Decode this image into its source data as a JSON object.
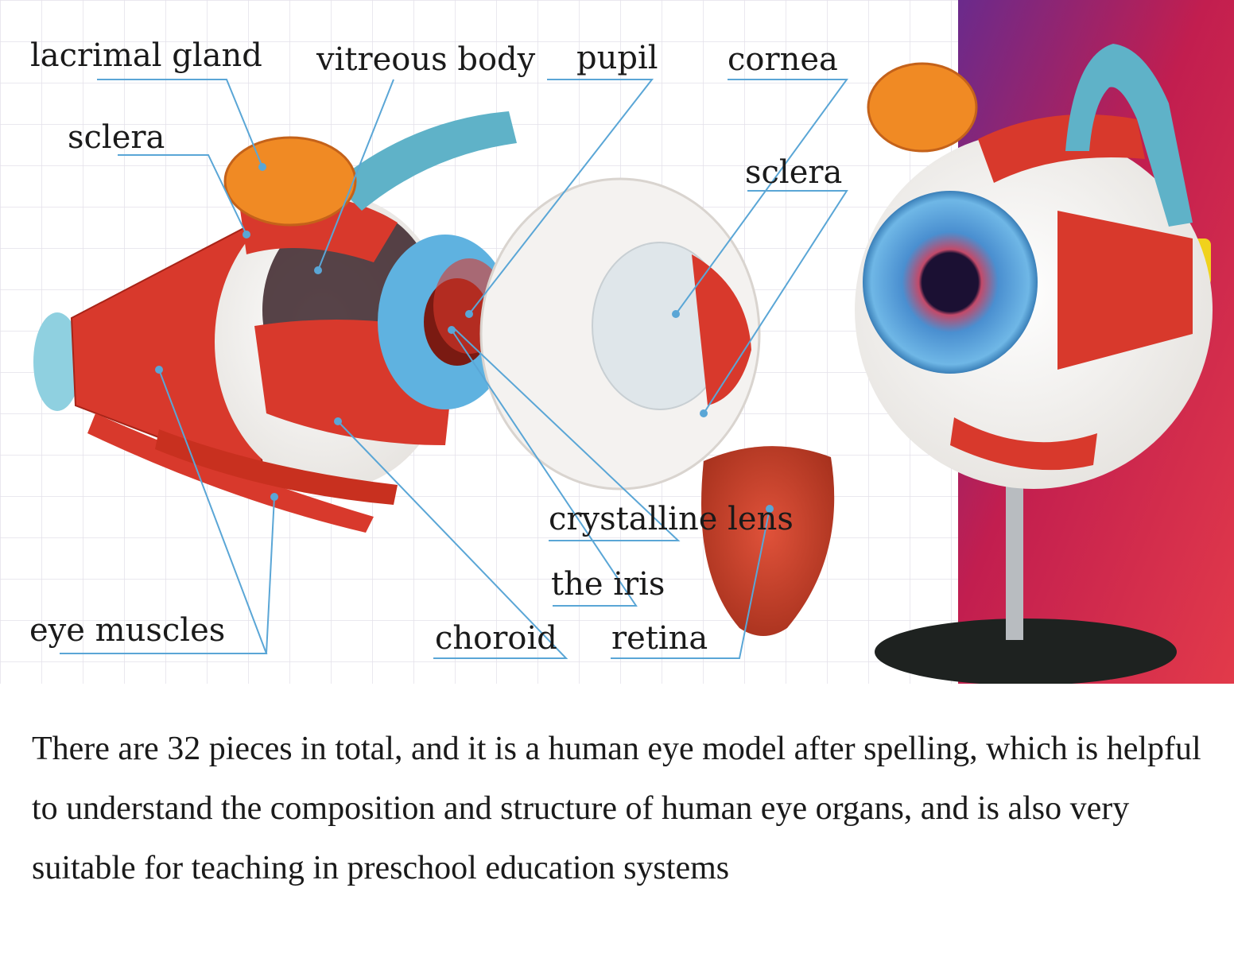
{
  "labels": {
    "lacrimal_gland": "lacrimal gland",
    "vitreous_body": "vitreous body",
    "pupil": "pupil",
    "cornea": "cornea",
    "sclera_left": "sclera",
    "sclera_right": "sclera",
    "crystalline_lens": "crystalline lens",
    "the_iris": "the iris",
    "choroid": "choroid",
    "retina": "retina",
    "eye_muscles": "eye muscles"
  },
  "caption": "There are 32 pieces in total, and it is a human eye model after spelling, which is helpful to understand the composition and structure of human eye organs, and is also very suitable for teaching in preschool education systems",
  "colors": {
    "leader": "#5aa6d6",
    "muscle": "#d8392c",
    "iris": "#5fb2e0",
    "gland": "#f08a24",
    "backdrop": "#c21e4f"
  }
}
